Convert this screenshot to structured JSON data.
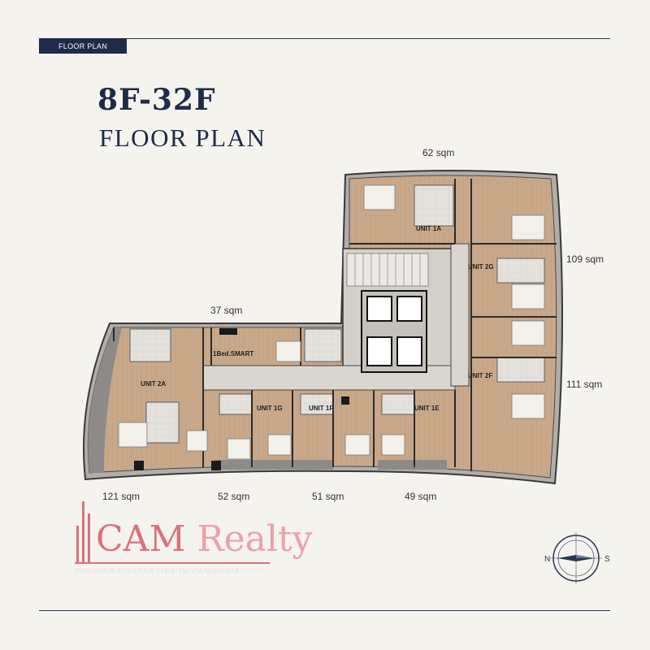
{
  "header": {
    "tag": "FLOOR PLAN"
  },
  "title": {
    "floors": "8F-32F",
    "subtitle": "FLOOR PLAN"
  },
  "areas": {
    "unit_1a": "62 sqm",
    "unit_2g": "109 sqm",
    "unit_2f": "111 sqm",
    "unit_2a": "121 sqm",
    "unit_smart": "37 sqm",
    "unit_1g": "52 sqm",
    "unit_1f": "51 sqm",
    "unit_1e": "49 sqm"
  },
  "units": {
    "u1a": "UNIT 1A",
    "u2g": "UNIT 2G",
    "u2f": "UNIT 2F",
    "u2a": "UNIT 2A",
    "u1g": "UNIT 1G",
    "u1f": "UNIT 1F",
    "u1e": "UNIT 1E",
    "smart": "1Bed.SMART"
  },
  "logo": {
    "brand_main": "CAM ",
    "brand_accent": "Realty",
    "tagline": "PREMIER PROPERTIES IN CAMBODIA"
  },
  "compass": {
    "north": "N",
    "south": "S"
  },
  "colors": {
    "navy": "#1f2b4a",
    "background": "#f5f3ee",
    "wood_floor": "#c9a88a",
    "corridor": "#d9d6d0",
    "brand_pink": "#d9727b"
  }
}
